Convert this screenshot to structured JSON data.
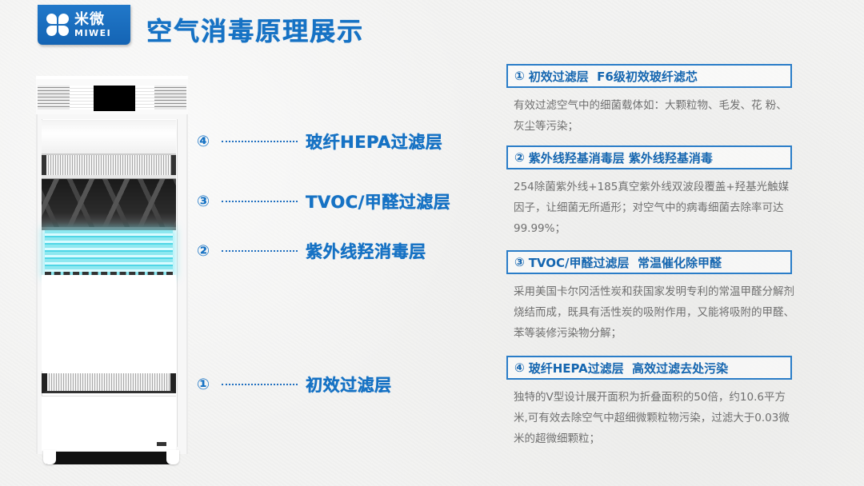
{
  "header": {
    "logo": {
      "cn": "米微",
      "en": "MIWEI",
      "icon": "clover-logo-icon"
    },
    "title": "空气消毒原理展示"
  },
  "colors": {
    "brand_blue": "#1672c4",
    "box_border": "#2a7dc8",
    "body_text": "#6f6f6f",
    "uv_glow": "#4fd6e6"
  },
  "diagram": {
    "image": "air-disinfection-machine-cutaway",
    "callouts": [
      {
        "num": "④",
        "label": "玻纤HEPA过滤层"
      },
      {
        "num": "③",
        "label": "TVOC/甲醛过滤层"
      },
      {
        "num": "②",
        "label": "紫外线羟消毒层"
      },
      {
        "num": "①",
        "label": "初效过滤层"
      }
    ]
  },
  "sections": [
    {
      "num": "①",
      "title": "初效过滤层  F6级初效玻纤滤芯",
      "desc": "有效过滤空气中的细菌载体如：大颗粒物、毛发、花 粉、灰尘等污染；"
    },
    {
      "num": "②",
      "title": "紫外线羟基消毒层 紫外线羟基消毒",
      "desc": "254除菌紫外线+185真空紫外线双波段覆盖+羟基光触媒因子，让细菌无所遁形；对空气中的病毒细菌去除率可达99.99%；"
    },
    {
      "num": "③",
      "title": "TVOC/甲醛过滤层  常温催化除甲醛",
      "desc": "采用美国卡尔冈活性炭和获国家发明专利的常温甲醛分解剂烧结而成，既具有活性炭的吸附作用，又能将吸附的甲醛、苯等装修污染物分解；"
    },
    {
      "num": "④",
      "title": "玻纤HEPA过滤层  高效过滤去处污染",
      "desc": "独特的V型设计展开面积为折叠面积的50倍，约10.6平方米,可有效去除空气中超细微颗粒物污染，过滤大于0.03微米的超微细颗粒；"
    }
  ]
}
